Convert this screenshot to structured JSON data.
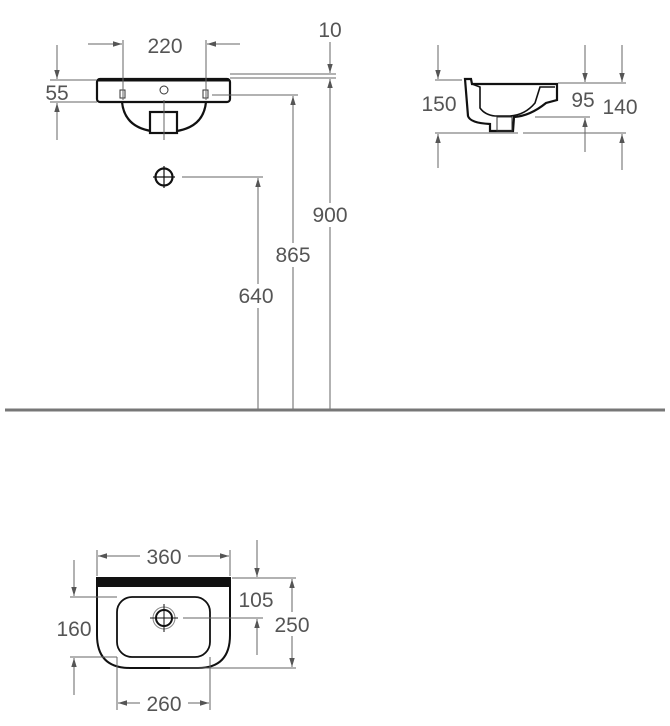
{
  "drawing": {
    "front_view": {
      "tap_hole_spacing": "220",
      "rim_height": "55",
      "rim_offset": "10",
      "overall_height": "900",
      "mounting_height": "865",
      "waste_height": "640"
    },
    "side_view": {
      "basin_height": "150",
      "bowl_depth": "95",
      "depth": "140"
    },
    "plan_view": {
      "width": "360",
      "bowl_width": "260",
      "bowl_length": "160",
      "drain_offset": "105",
      "projection": "250"
    },
    "colors": {
      "line": "#666666",
      "outline": "#111111",
      "floor": "#777777",
      "text": "#555555"
    }
  }
}
